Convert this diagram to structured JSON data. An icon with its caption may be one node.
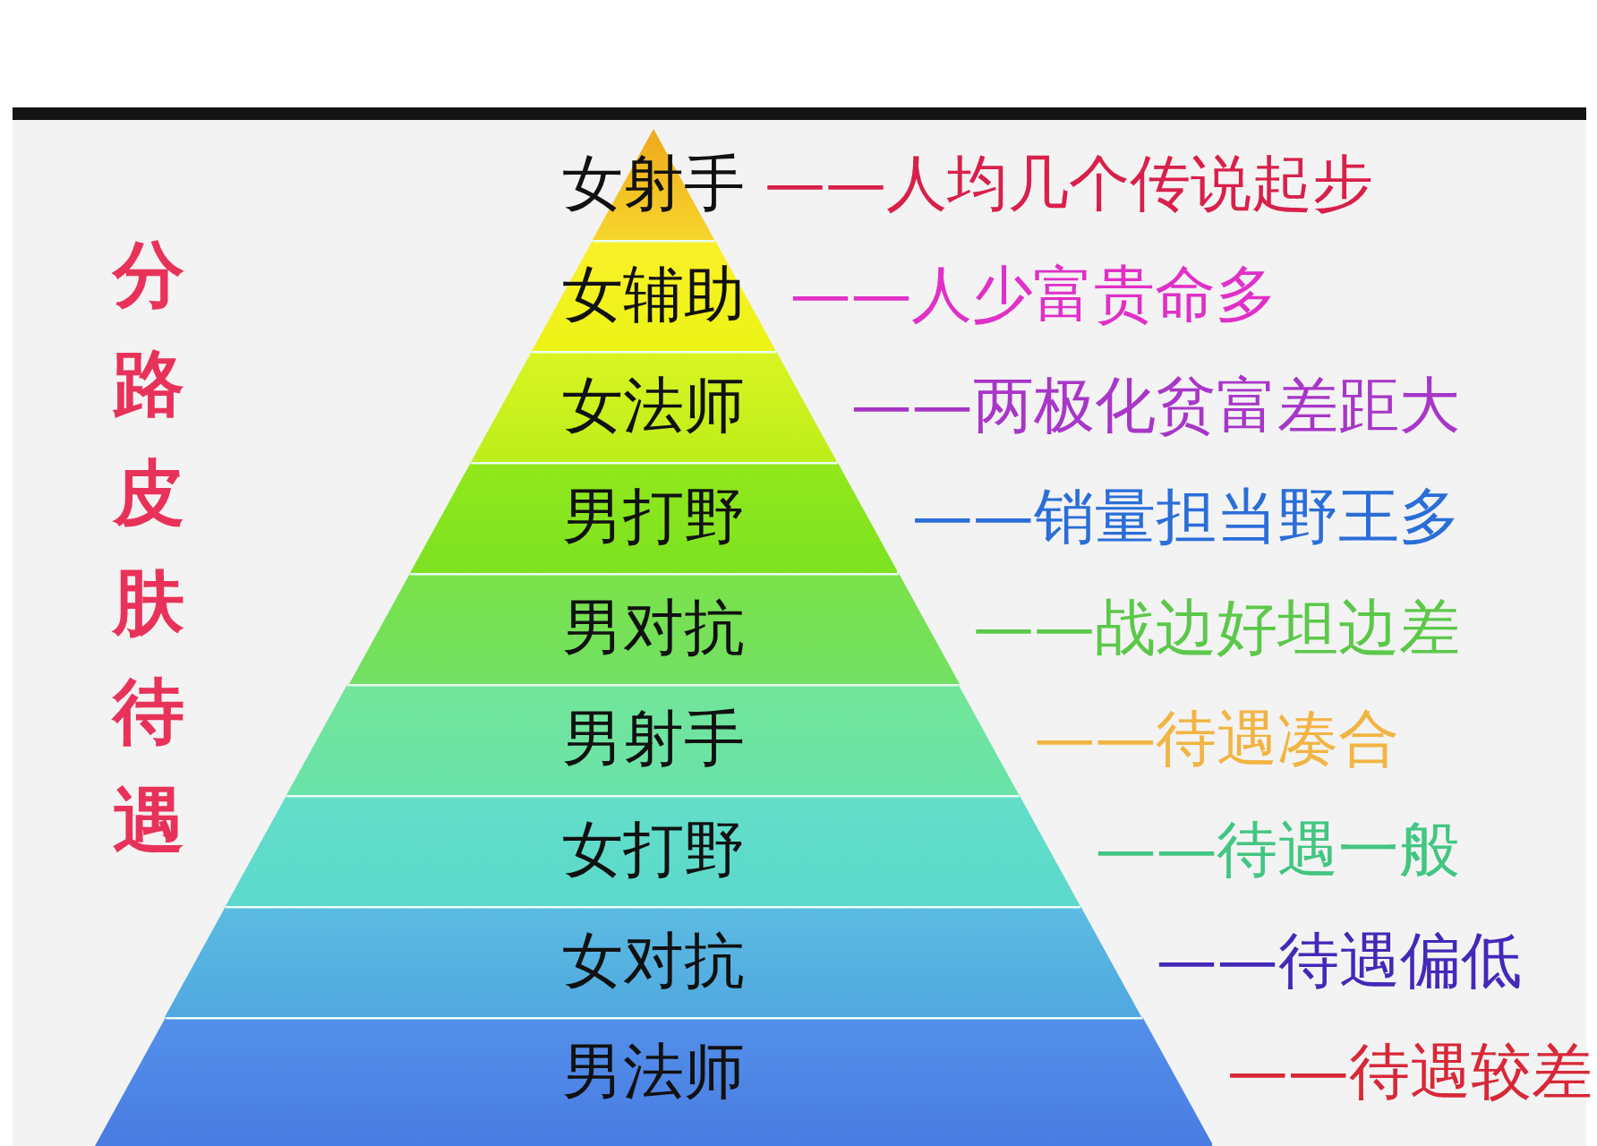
{
  "diagram": {
    "title": "分路皮肤待遇",
    "nodes": [
      {
        "text": [
          "女射手"
        ],
        "beside": [
          "——人均几个传说起步"
        ]
      },
      {
        "text": [
          "女辅助"
        ],
        "beside": [
          "——人少富贵命多"
        ]
      },
      {
        "text": [
          "女法师"
        ],
        "beside": [
          "——两极化贫富差距大"
        ]
      },
      {
        "text": [
          "男打野"
        ],
        "beside": [
          "——销量担当野王多"
        ]
      },
      {
        "text": [
          "男对抗"
        ],
        "beside": [
          "——战边好坦边差"
        ]
      },
      {
        "text": [
          "男射手"
        ],
        "beside": [
          "——待遇凑合"
        ]
      },
      {
        "text": [
          "女打野"
        ],
        "beside": [
          "——待遇一般"
        ]
      },
      {
        "text": [
          "女对抗"
        ],
        "beside": [
          "——待遇偏低"
        ]
      },
      {
        "text": [
          "男法师"
        ],
        "beside": [
          "——待遇较差"
        ]
      }
    ]
  }
}
